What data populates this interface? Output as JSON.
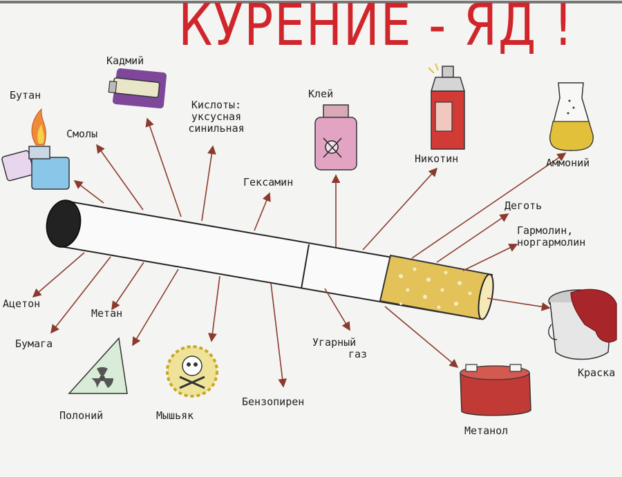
{
  "title": "КУРЕНИЕ - ЯД !",
  "labels": {
    "butan": "Бутан",
    "kadmiy": "Кадмий",
    "smoly": "Смолы",
    "kisloty_line1": "Кислоты:",
    "kisloty_line2": "уксусная",
    "kisloty_line3": "синильная",
    "kley": "Клей",
    "nikotin": "Никотин",
    "ammoniy": "Аммоний",
    "geksamin": "Гексамин",
    "degot": "Деготь",
    "garmolin_line1": "Гармолин,",
    "garmolin_line2": "норгармолин",
    "aceton": "Ацетон",
    "metan": "Метан",
    "bumaga": "Бумага",
    "ugarny_line1": "Угарный",
    "ugarny_line2": "газ",
    "kraska": "Краска",
    "polony": "Полоний",
    "myshyak": "Мышьяк",
    "benzopiren": "Бензопирен",
    "metanol": "Метанол"
  },
  "colors": {
    "title": "#d0262b",
    "arrow": "#8b3a2e",
    "filter": "#e4c25a",
    "paint": "#a8262a",
    "nicotine": "#d23a36",
    "ammonium": "#e3c03a",
    "lighter": "#8ac6e8"
  },
  "icons": [
    "lighter-icon",
    "battery-icon",
    "glue-bottle-icon",
    "spray-can-icon",
    "flask-icon",
    "paint-bucket-icon",
    "radiation-sign-icon",
    "skull-icon",
    "methanol-can-icon"
  ]
}
